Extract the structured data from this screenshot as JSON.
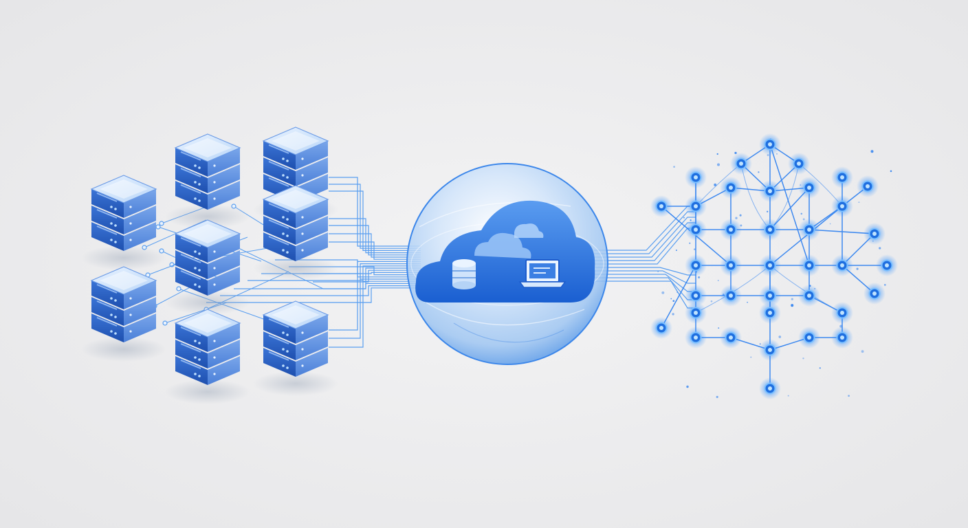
{
  "colors": {
    "background": "#ececed",
    "primary_blue": "#1f6fe0",
    "light_blue": "#8fc0f5",
    "glow_blue": "#2a8cff",
    "server_top": "#cfe3fb",
    "server_front": "#2d63c8",
    "server_side": "#5d8fe3",
    "line_blue": "#3d8ff0"
  },
  "illustration": {
    "left_group": {
      "name": "server-rack-cluster",
      "icon": "server-rack-icon",
      "rack_count": 8,
      "units_per_rack": 3
    },
    "center": {
      "name": "cloud-sphere",
      "icons": [
        "cloud-icon",
        "database-icon",
        "laptop-icon"
      ]
    },
    "right_group": {
      "name": "neural-network-graph",
      "icon": "network-node-icon"
    }
  }
}
